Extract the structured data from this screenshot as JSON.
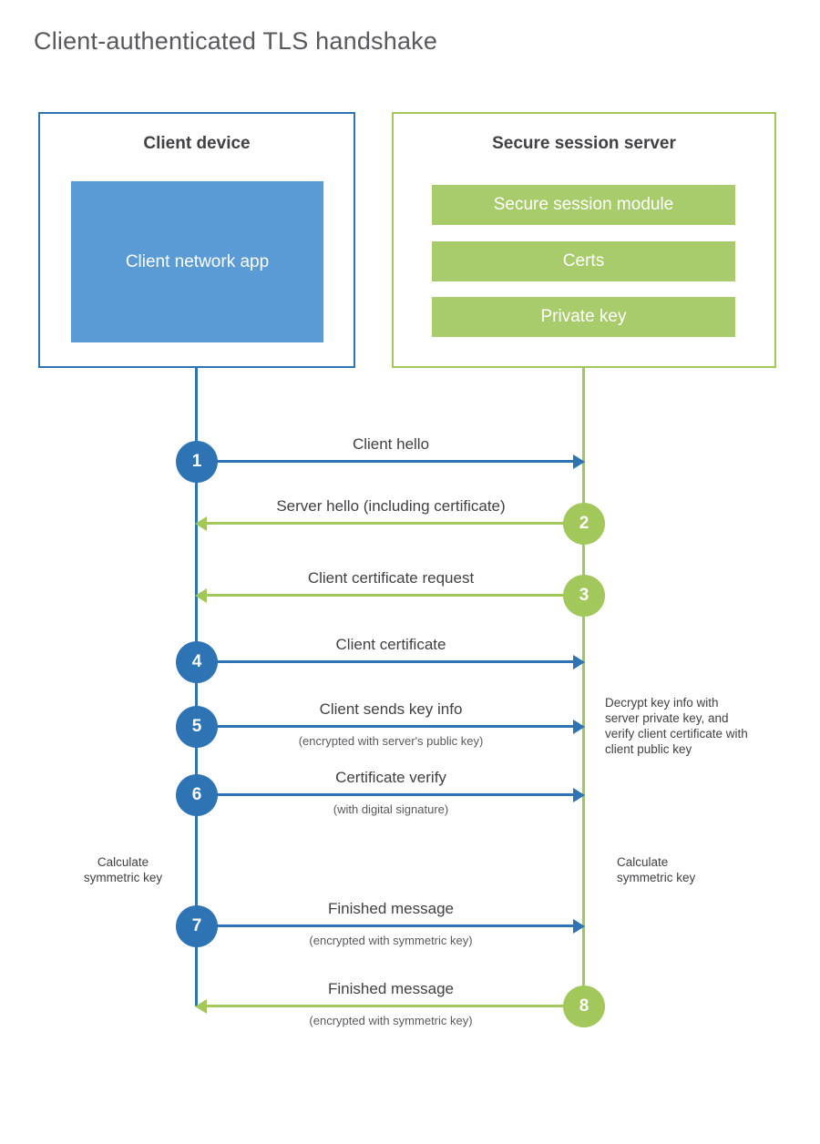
{
  "title": "Client-authenticated TLS handshake",
  "colors": {
    "blue": "#2e74b5",
    "blue-fill": "#5b9bd5",
    "green": "#a2c75a",
    "green-fill": "#a8cc6b",
    "text-dark": "#414042",
    "text-gray": "#58595b"
  },
  "client": {
    "title": "Client device",
    "app": "Client network app"
  },
  "server": {
    "title": "Secure session server",
    "modules": [
      "Secure session module",
      "Certs",
      "Private key"
    ]
  },
  "steps": [
    {
      "num": "1",
      "label": "Client hello",
      "sub": ""
    },
    {
      "num": "2",
      "label": "Server hello (including certificate)",
      "sub": ""
    },
    {
      "num": "3",
      "label": "Client certificate request",
      "sub": ""
    },
    {
      "num": "4",
      "label": "Client certificate",
      "sub": ""
    },
    {
      "num": "5",
      "label": "Client sends key info",
      "sub": "(encrypted with server's public key)"
    },
    {
      "num": "6",
      "label": "Certificate verify",
      "sub": "(with digital signature)"
    },
    {
      "num": "7",
      "label": "Finished message",
      "sub": "(encrypted with symmetric key)"
    },
    {
      "num": "8",
      "label": "Finished message",
      "sub": "(encrypted with symmetric key)"
    }
  ],
  "notes": {
    "decrypt": "Decrypt key info with server private key, and verify client certificate with client public key",
    "calculate_left": "Calculate symmetric key",
    "calculate_right": "Calculate symmetric key"
  }
}
